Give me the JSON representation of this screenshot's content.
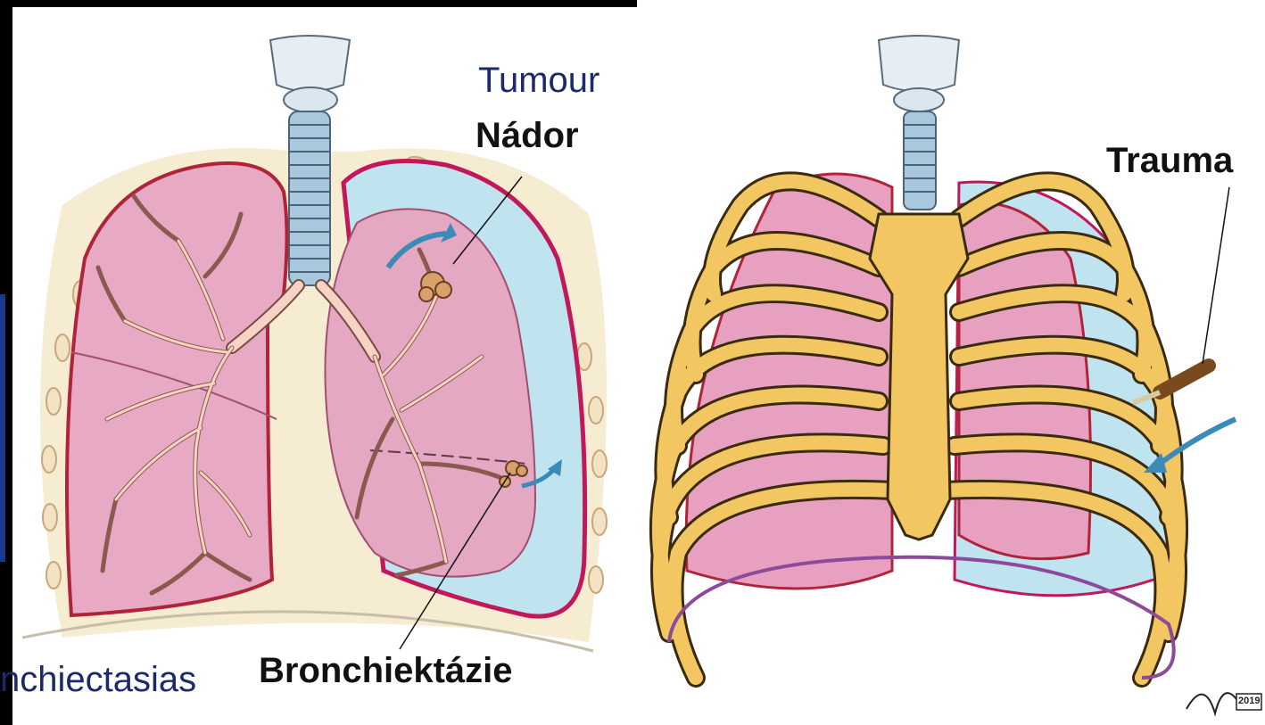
{
  "labels": {
    "tumour_en": "Tumour",
    "tumour_cs": "Nádor",
    "trauma": "Trauma",
    "bronchiectasis_es_fragment": "nchiectasias",
    "bronchiectasis_cs": "Bronchiektázie"
  },
  "signature_year": "2019",
  "colors": {
    "background": "#000000",
    "panel": "#ffffff",
    "lung_fill": "#e7a9c3",
    "lung_outline": "#b0243a",
    "pleura_outline": "#c2185b",
    "effusion": "#bfe3ef",
    "bronchi": "#f6d3c4",
    "trachea": "#a9c8de",
    "bone": "#f2c660",
    "bone_outline": "#3a2a10",
    "arrow": "#3b8bb8",
    "cushion": "#f3e2c4",
    "label_blue": "#1b2a6b",
    "knife_handle": "#7b4a1c",
    "diaphragm_line": "#8e4a9a"
  },
  "icons": {
    "left_figure": "lungs-with-tumour-and-bronchiectasis-illustration",
    "right_figure": "ribcage-with-stab-trauma-illustration"
  }
}
